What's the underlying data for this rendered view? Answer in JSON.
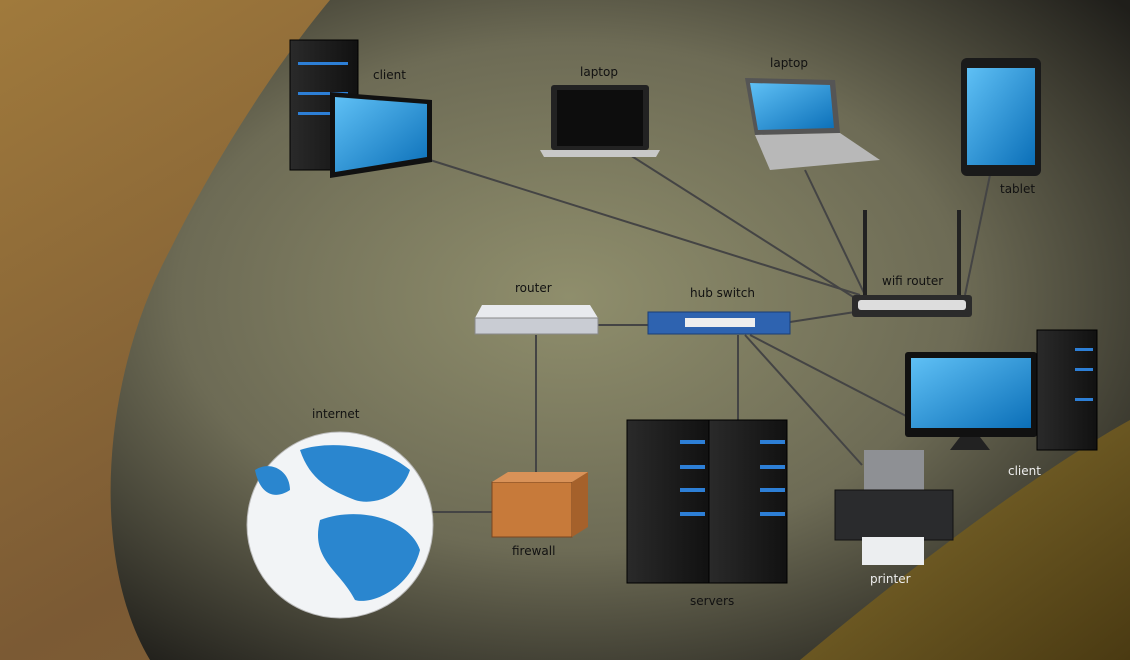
{
  "diagram": {
    "nodes": {
      "client_top": "client",
      "laptop_1": "laptop",
      "laptop_2": "laptop",
      "tablet": "tablet",
      "wifi_router": "wifi router",
      "router": "router",
      "hub_switch": "hub switch",
      "internet": "internet",
      "firewall": "firewall",
      "servers": "servers",
      "printer": "printer",
      "client_right": "client"
    },
    "edges": [
      [
        "client_top",
        "wifi_router"
      ],
      [
        "laptop_1",
        "wifi_router"
      ],
      [
        "laptop_2",
        "wifi_router"
      ],
      [
        "tablet",
        "wifi_router"
      ],
      [
        "hub_switch",
        "wifi_router"
      ],
      [
        "router",
        "hub_switch"
      ],
      [
        "router",
        "firewall"
      ],
      [
        "firewall",
        "internet"
      ],
      [
        "hub_switch",
        "servers"
      ],
      [
        "hub_switch",
        "printer"
      ],
      [
        "hub_switch",
        "client_right"
      ]
    ],
    "colors": {
      "device_screen": "#1e8fd8",
      "switch": "#2e63b0",
      "globe_ocean": "#2a86cf",
      "firewall": "#c77a3a"
    }
  }
}
